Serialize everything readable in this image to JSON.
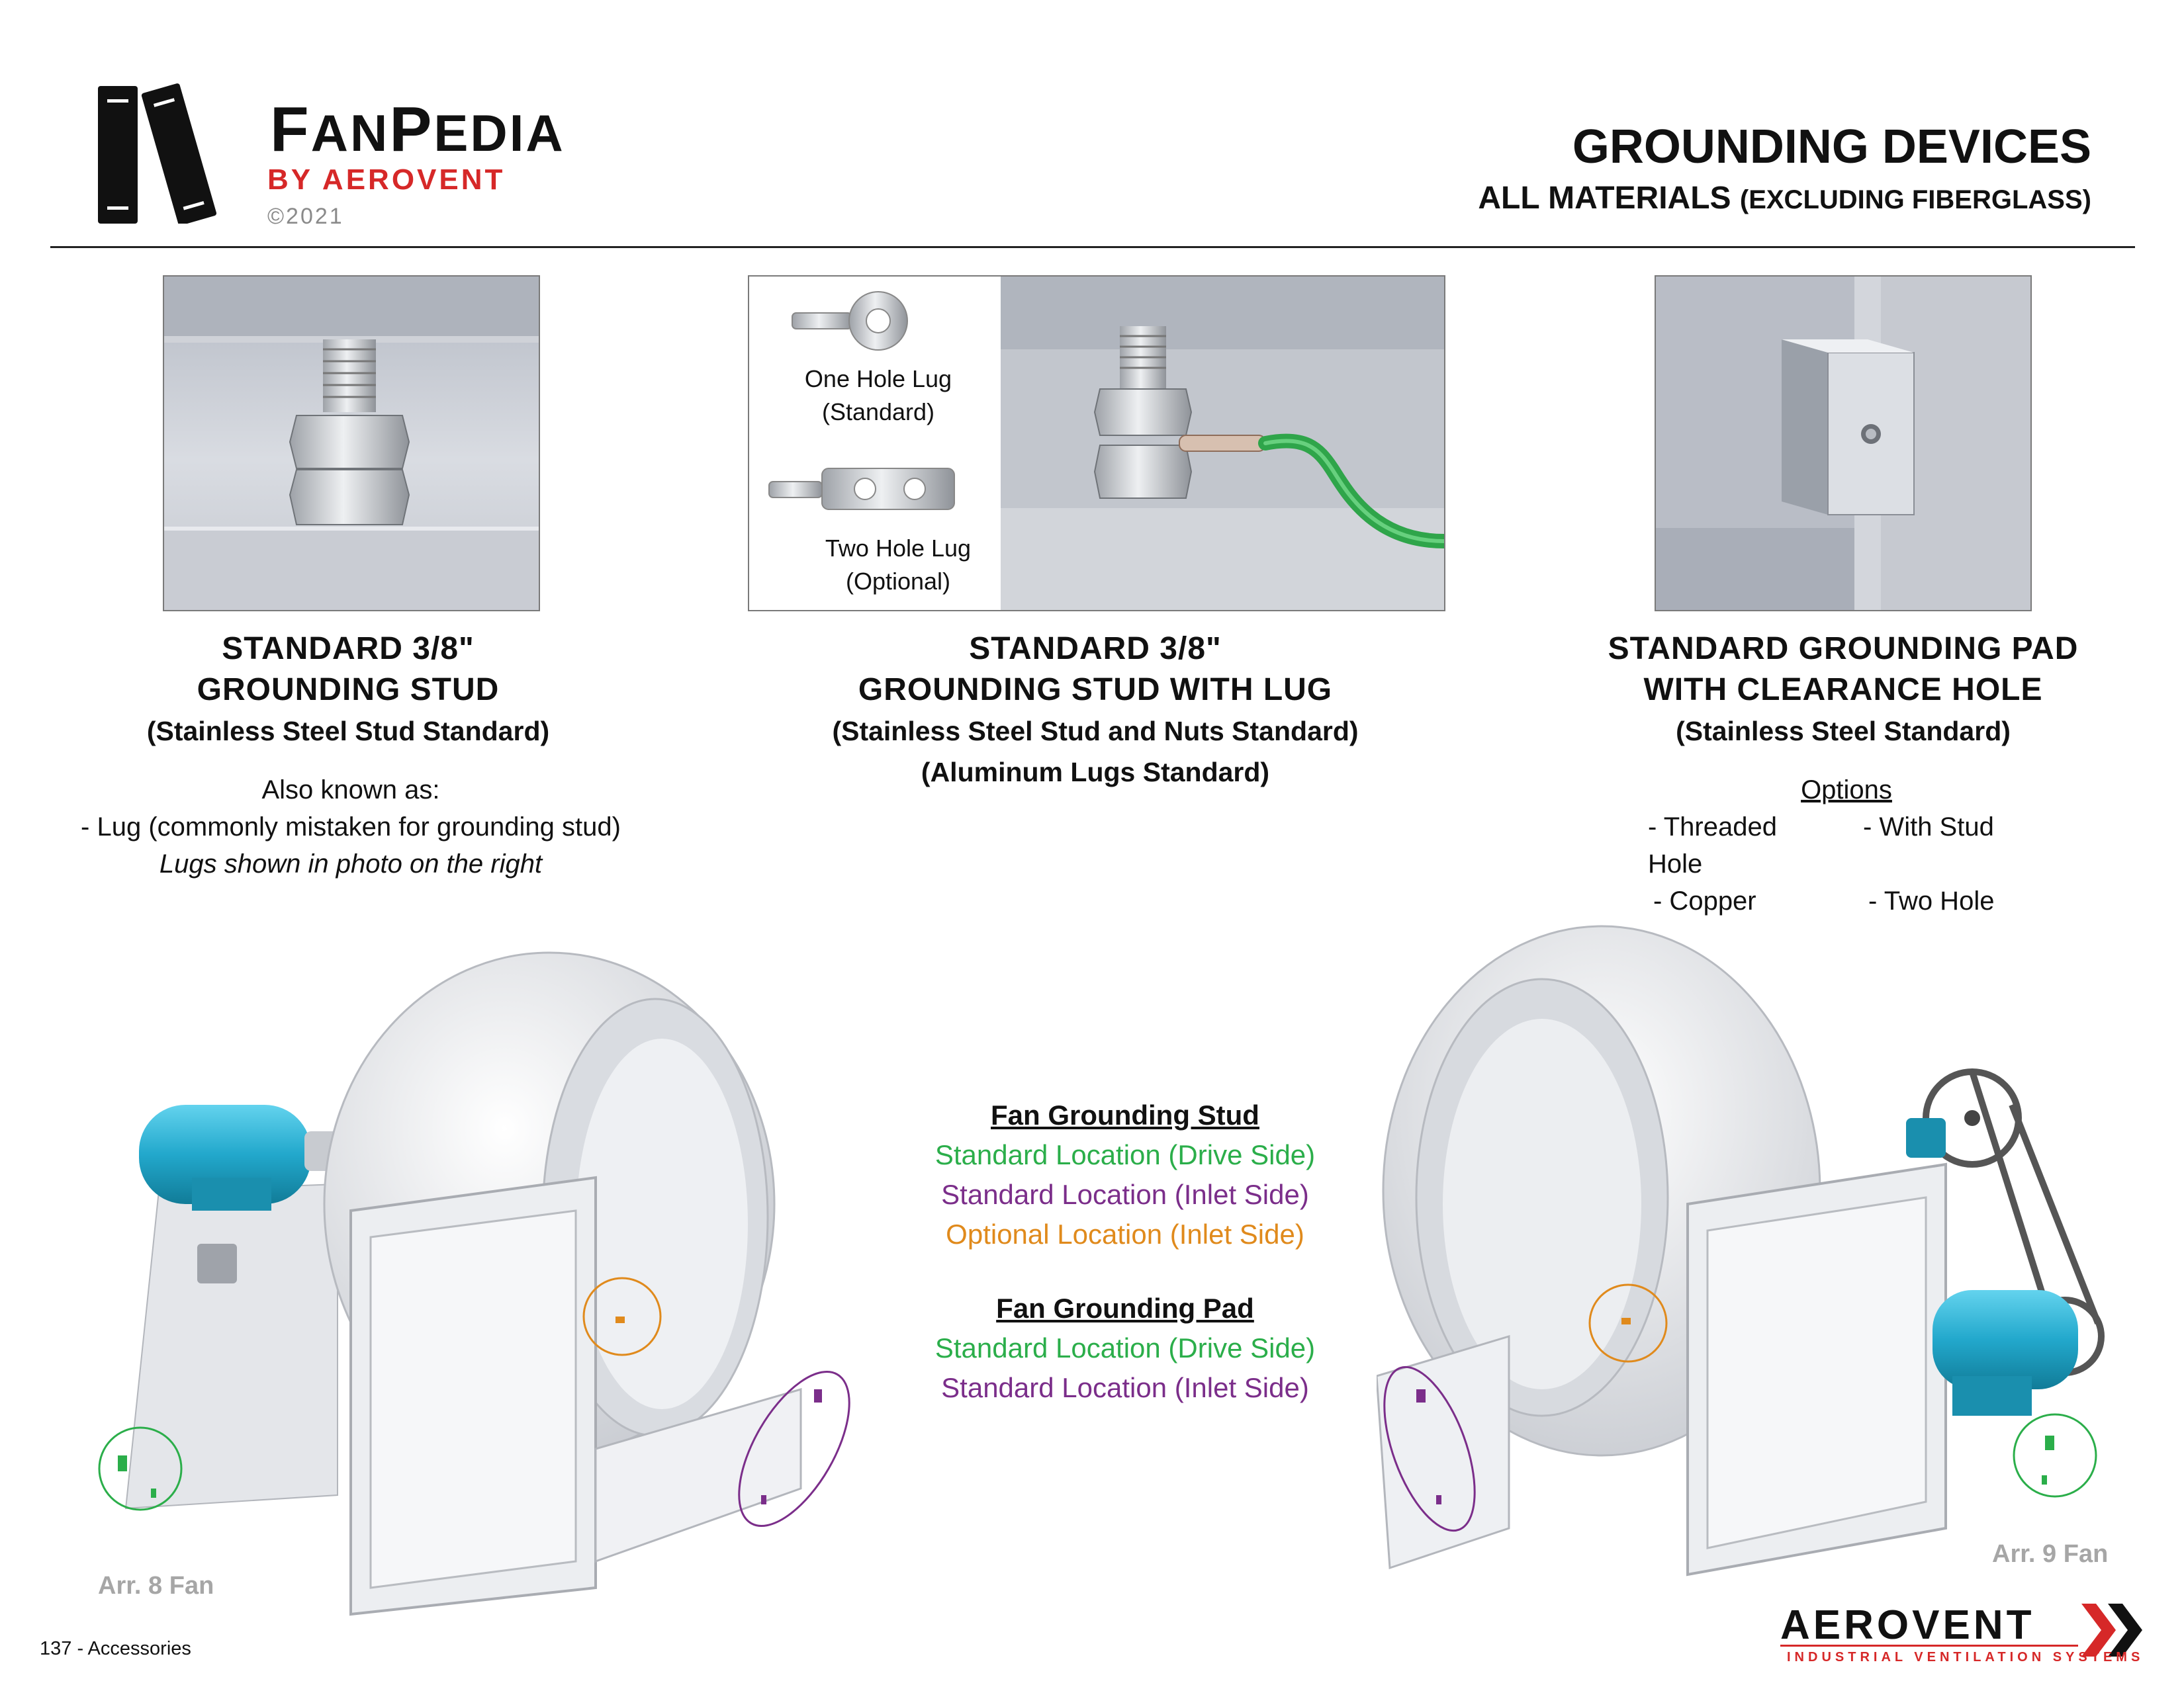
{
  "brand": {
    "name_first_letter": "F",
    "name_mid": "AN",
    "name_second_letter": "P",
    "name_end": "EDIA",
    "sub": "BY AEROVENT",
    "copyright": "©2021"
  },
  "header": {
    "title": "GROUNDING DEVICES",
    "subtitle_main": "ALL MATERIALS",
    "subtitle_paren": "(EXCLUDING FIBERGLASS)"
  },
  "panel2_labels": {
    "one_hole_line1": "One Hole Lug",
    "one_hole_line2": "(Standard)",
    "two_hole_line1": "Two Hole Lug",
    "two_hole_line2": "(Optional)"
  },
  "devices": [
    {
      "title_line1": "STANDARD 3/8\"",
      "title_line2": "GROUNDING STUD",
      "sub_line1": "(Stainless Steel Stud Standard)"
    },
    {
      "title_line1": "STANDARD 3/8\"",
      "title_line2": "GROUNDING STUD WITH LUG",
      "sub_line1": "(Stainless Steel Stud and Nuts Standard)",
      "sub_line2": "(Aluminum Lugs Standard)"
    },
    {
      "title_line1": "STANDARD GROUNDING PAD",
      "title_line2": "WITH CLEARANCE HOLE",
      "sub_line1": "(Stainless Steel Standard)"
    }
  ],
  "aka_note": {
    "line1": "Also known as:",
    "line2": "- Lug (commonly mistaken for grounding stud)",
    "line3": "Lugs shown in photo on the right"
  },
  "options": {
    "heading": "Options",
    "items": [
      "- Threaded Hole",
      "- With Stud",
      "- Copper",
      "- Two Hole"
    ]
  },
  "legend": {
    "stud_heading": "Fan Grounding Stud",
    "stud_items": [
      "Standard Location (Drive Side)",
      "Standard Location (Inlet Side)",
      "Optional Location (Inlet Side)"
    ],
    "pad_heading": "Fan Grounding Pad",
    "pad_items": [
      "Standard Location (Drive Side)",
      "Standard Location (Inlet Side)"
    ]
  },
  "fan_labels": {
    "left": "Arr. 8 Fan",
    "right": "Arr. 9 Fan"
  },
  "footer": {
    "page": "137 - Accessories",
    "logo_text": "AEROVENT",
    "logo_tagline": "INDUSTRIAL VENTILATION SYSTEMS"
  },
  "colors": {
    "brand_red": "#d62828",
    "green": "#2bae4a",
    "purple": "#7b2e8a",
    "orange": "#e08a1c",
    "motor_cyan": "#2bb5d6"
  }
}
